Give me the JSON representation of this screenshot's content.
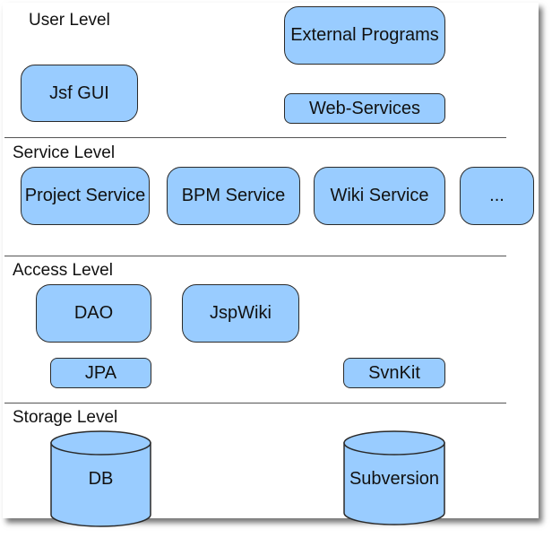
{
  "levels": {
    "user": "User Level",
    "service": "Service Level",
    "access": "Access Level",
    "storage": "Storage Level"
  },
  "user": {
    "jsf_gui": "Jsf GUI",
    "external_programs": "External Programs",
    "web_services": "Web-Services"
  },
  "service": {
    "project": "Project Service",
    "bpm": "BPM Service",
    "wiki": "Wiki Service",
    "more": "..."
  },
  "access": {
    "dao": "DAO",
    "jspwiki": "JspWiki",
    "jpa": "JPA",
    "svnkit": "SvnKit"
  },
  "storage": {
    "db": "DB",
    "subversion": "Subversion"
  },
  "colors": {
    "box_fill": "#99ccff",
    "box_border": "#2a2a2a",
    "separator": "#555555"
  }
}
